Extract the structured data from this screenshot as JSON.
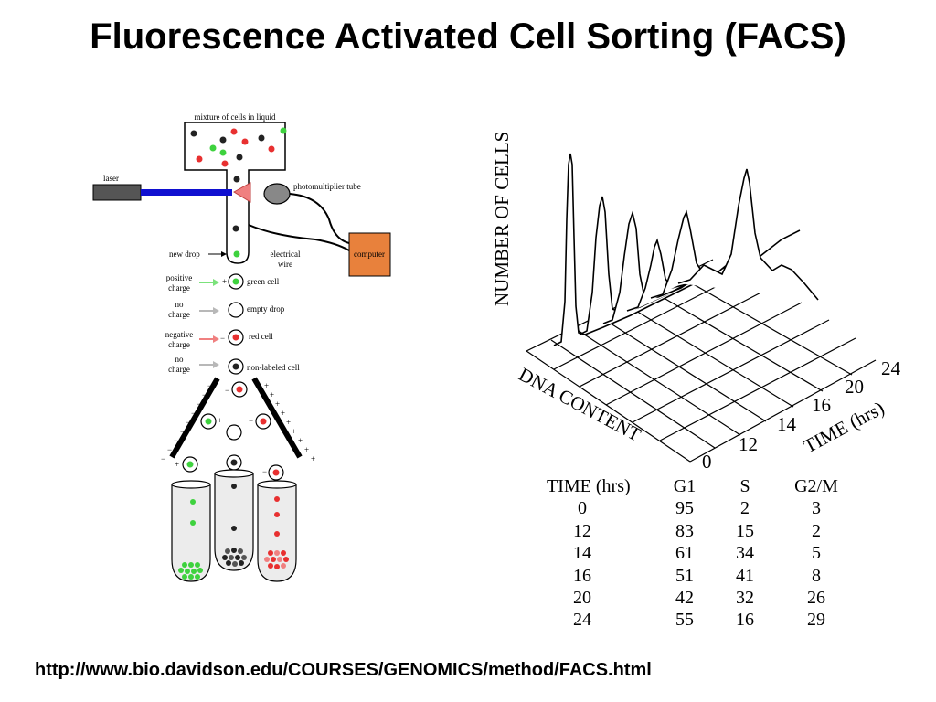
{
  "slide": {
    "title": "Fluorescence Activated Cell Sorting (FACS)",
    "source_url": "http://www.bio.davidson.edu/COURSES/GENOMICS/method/FACS.html"
  },
  "sorter": {
    "mixture_label": "mixture of cells in liquid",
    "laser_label": "laser",
    "pmt_label": "photomultiplier tube",
    "computer_label": "computer",
    "new_drop_label": "new drop",
    "wire_label_1": "electrical",
    "wire_label_2": "wire",
    "rows": [
      {
        "charge_1": "positive",
        "charge_2": "charge",
        "sign": "+",
        "result": "green cell",
        "arrow_color": "#7be27b"
      },
      {
        "charge_1": "no",
        "charge_2": "charge",
        "sign": "",
        "result": "empty drop",
        "arrow_color": "#b8b8b8"
      },
      {
        "charge_1": "negative",
        "charge_2": "charge",
        "sign": "−",
        "result": "red cell",
        "arrow_color": "#f08080"
      },
      {
        "charge_1": "no",
        "charge_2": "charge",
        "sign": "",
        "result": "non-labeled cell",
        "arrow_color": "#b8b8b8"
      }
    ],
    "plus": "+",
    "minus": "−",
    "colors": {
      "green": "#3ed23e",
      "red": "#e83030",
      "black": "#222222",
      "laser_beam": "#1010d0",
      "computer": "#e8813c"
    }
  },
  "histogram": {
    "y_label": "NUMBER OF CELLS",
    "x_label": "DNA CONTENT",
    "z_label": "TIME (hrs)",
    "z_ticks": [
      "0",
      "12",
      "14",
      "16",
      "20",
      "24"
    ]
  },
  "table": {
    "headers": [
      "TIME (hrs)",
      "G1",
      "S",
      "G2/M"
    ],
    "rows": [
      [
        "0",
        "95",
        "2",
        "3"
      ],
      [
        "12",
        "83",
        "15",
        "2"
      ],
      [
        "14",
        "61",
        "34",
        "5"
      ],
      [
        "16",
        "51",
        "41",
        "8"
      ],
      [
        "20",
        "42",
        "32",
        "26"
      ],
      [
        "24",
        "55",
        "16",
        "29"
      ]
    ]
  }
}
